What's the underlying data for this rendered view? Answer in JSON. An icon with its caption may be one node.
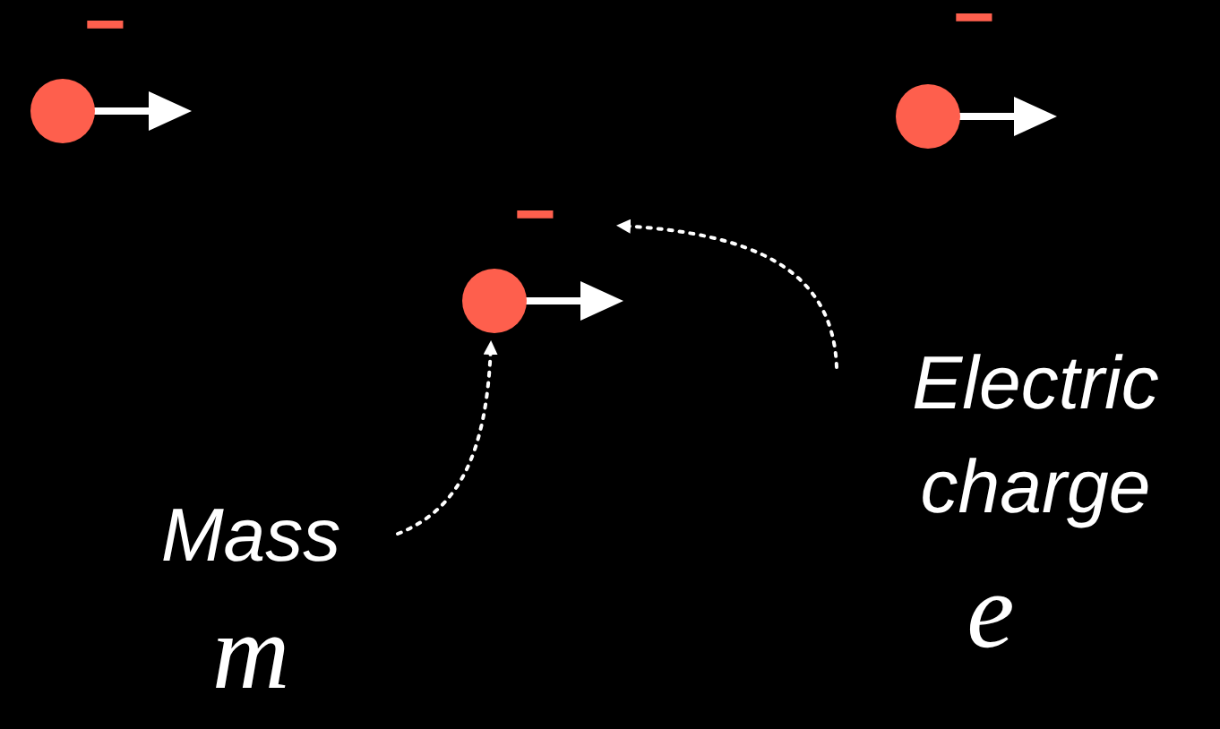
{
  "diagram": {
    "nodes": [
      {
        "text": [],
        "shape": "circle"
      },
      {
        "text": [],
        "shape": "circle"
      },
      {
        "text": [],
        "shape": "circle"
      },
      {
        "text": [
          "Mass",
          "m"
        ]
      },
      {
        "text": [
          "Electric charge",
          "e"
        ]
      }
    ],
    "edges": [
      {
        "from": 3,
        "to": 2,
        "arrow": "to",
        "style": "dashed"
      },
      {
        "from": 4,
        "to": null,
        "arrow": "to",
        "style": "dashed"
      }
    ],
    "labels": [
      "−",
      "−",
      "−"
    ]
  }
}
